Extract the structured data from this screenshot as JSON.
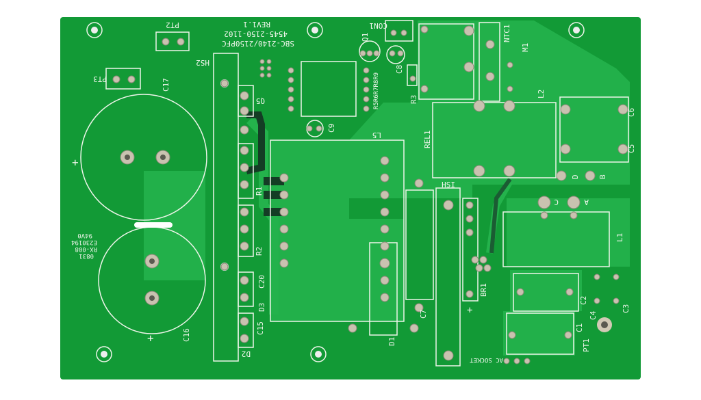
{
  "board": {
    "colors": {
      "mask": "#129a36",
      "pour": "#22b04a",
      "silk": "#f2f7ee",
      "pad": "#c9c2b0",
      "background": "#ffffff"
    },
    "title_block": [
      "SBC-2140/2150PFC",
      "4545-2150-1102",
      "REV1.1"
    ],
    "cert_block": [
      "0831",
      "RX-008",
      "E230194",
      "94V0"
    ],
    "labels": {
      "pt2": "PT2",
      "pt3": "PT3",
      "pt1": "PT1",
      "con1": "CON1",
      "q1": "Q1",
      "c8": "C8",
      "hs2": "HS2",
      "c17": "C17",
      "c16": "C16",
      "r5_r9": "R5R6R7R8R9",
      "c9": "C9",
      "r3": "R3",
      "rel1": "REL1",
      "ntc1": "NTC1",
      "m1": "M1",
      "l2": "L2",
      "c6": "C6",
      "c5": "C5",
      "d": "D",
      "b": "B",
      "l5": "L5",
      "q5": "Q5",
      "r2": "R2",
      "r1": "R1",
      "c20": "C20",
      "d3": "D3",
      "c15": "C15",
      "d2": "D2",
      "ish": "ISH",
      "c": "C",
      "a": "A",
      "l1": "L1",
      "br1": "BR1",
      "c7": "C7",
      "d1": "D1",
      "c2": "C2",
      "c4": "C4",
      "c3": "C3",
      "c1": "C1",
      "ac_socket": "AC SOCKET",
      "plus": "+"
    }
  }
}
